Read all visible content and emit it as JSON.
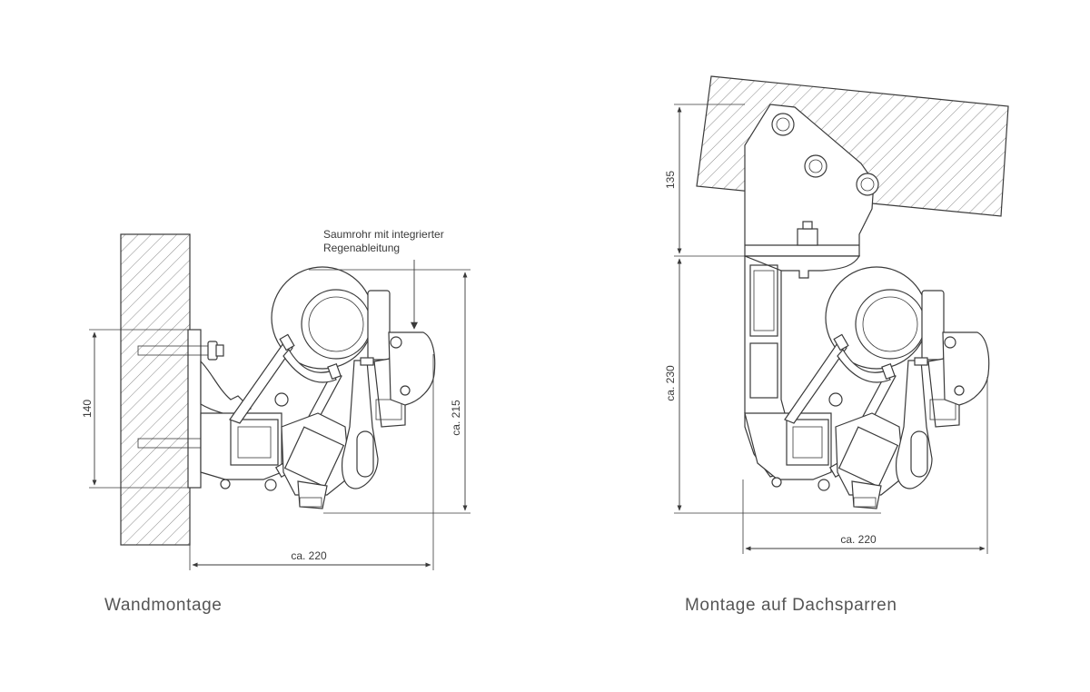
{
  "left_view": {
    "caption": "Wandmontage",
    "dim_height_wall": "140",
    "dim_height_total": "ca. 215",
    "dim_width": "ca. 220",
    "note_line1": "Saumrohr mit integrierter",
    "note_line2": "Regenableitung"
  },
  "right_view": {
    "caption": "Montage auf Dachsparren",
    "dim_height_bracket": "135",
    "dim_height_total": "ca. 230",
    "dim_width": "ca. 220"
  },
  "colors": {
    "line": "#3a3a3a",
    "caption": "#555555",
    "background": "#ffffff"
  }
}
